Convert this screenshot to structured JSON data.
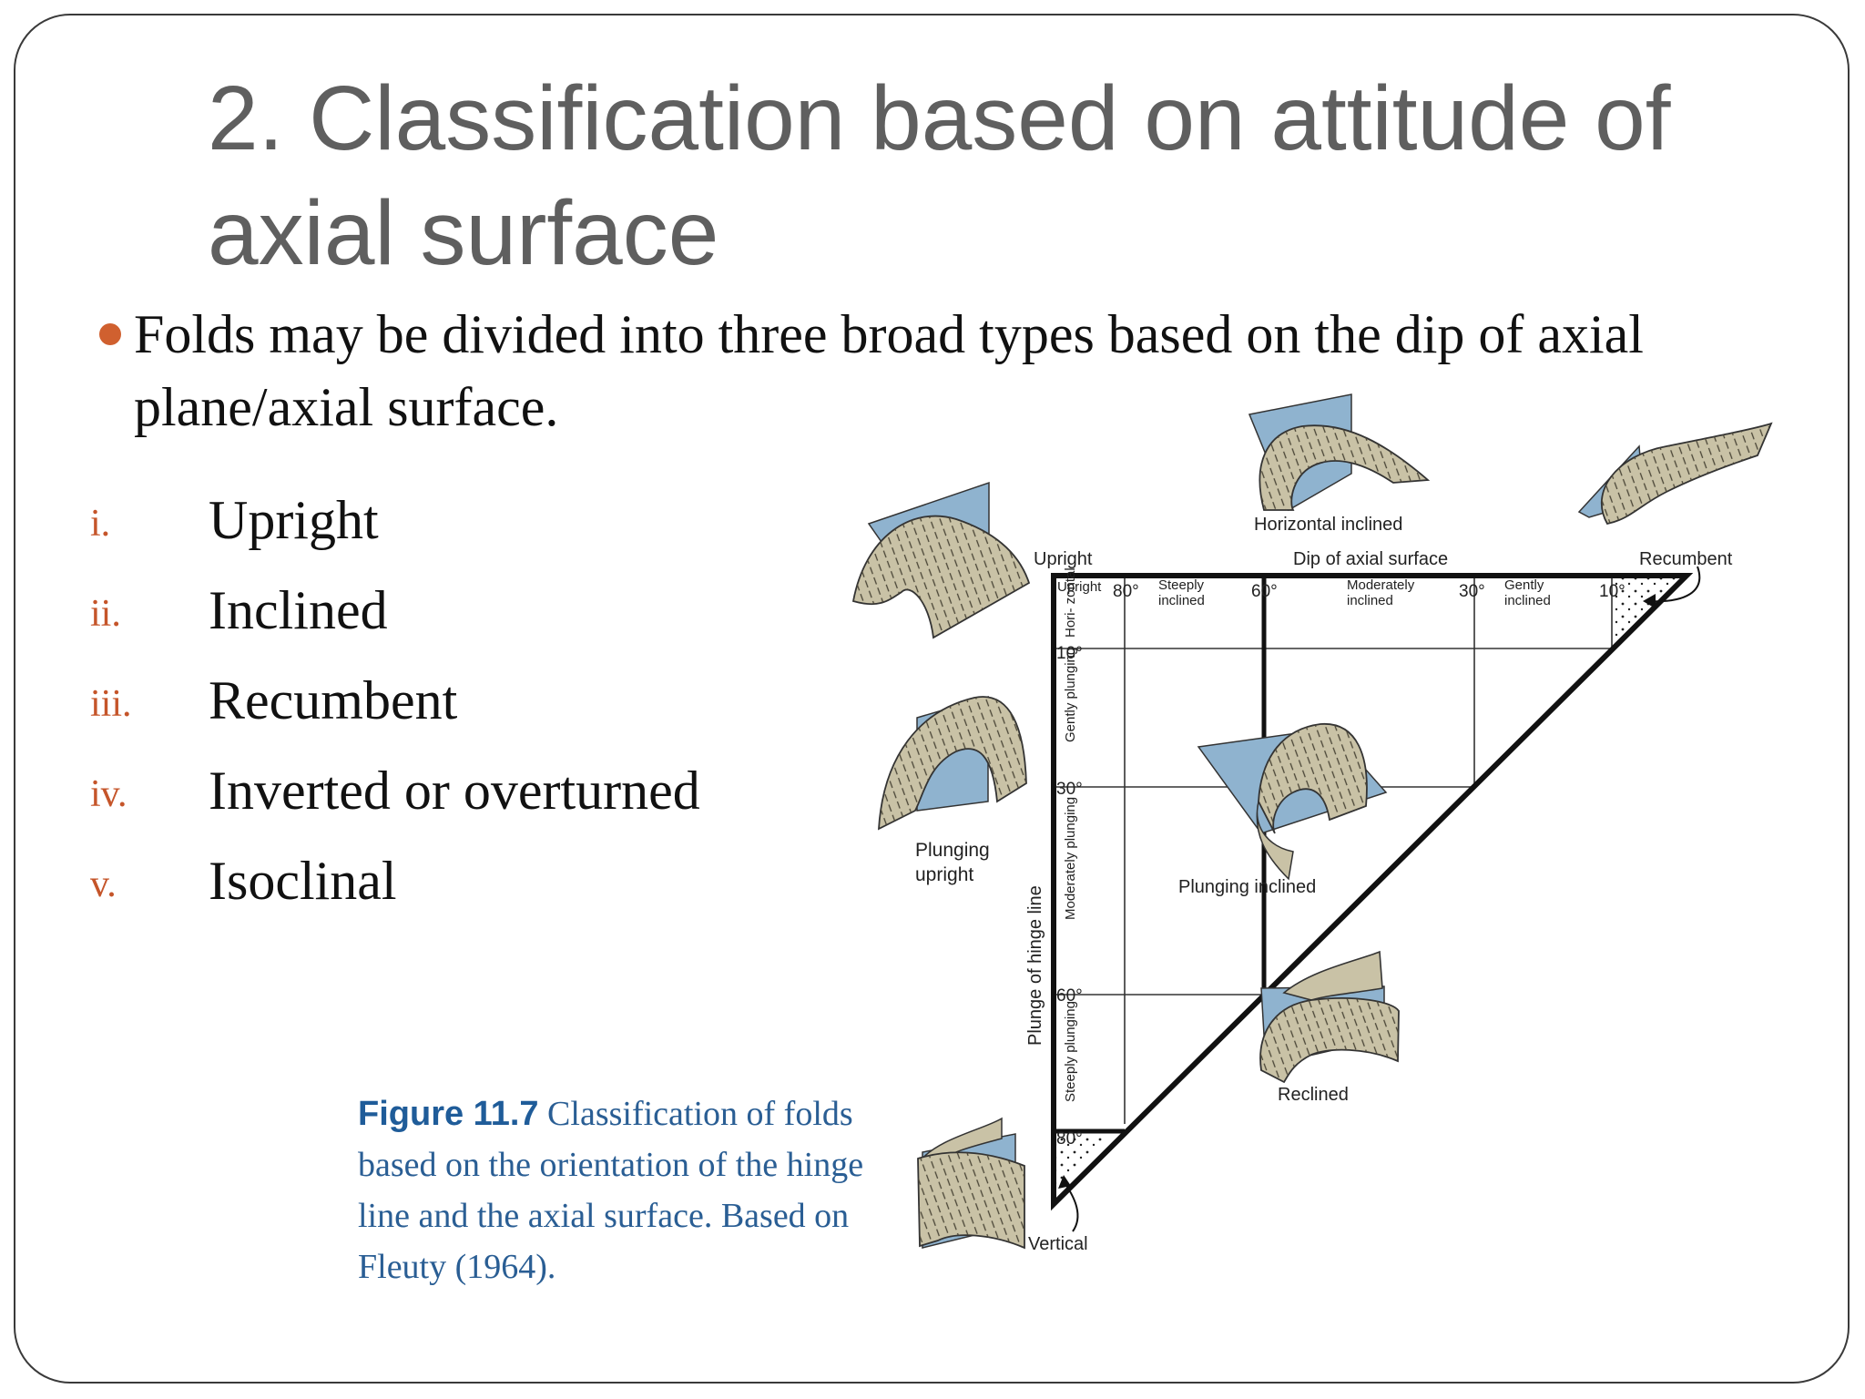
{
  "slide": {
    "title_line1": "2. Classification based on attitude of",
    "title_line2": "axial surface",
    "bullet": "Folds may be divided into three broad types based on the dip of axial plane/axial surface.",
    "list": [
      {
        "num": "i.",
        "text": "Upright"
      },
      {
        "num": "ii.",
        "text": "Inclined"
      },
      {
        "num": "iii.",
        "text": "Recumbent"
      },
      {
        "num": "iv.",
        "text": "Inverted or overturned"
      },
      {
        "num": "v.",
        "text": "Isoclinal"
      }
    ],
    "caption": {
      "label": "Figure 11.7",
      "text": "Classification of folds based on the orientation of the hinge line and the axial surface. Based on Fleuty (1964)."
    }
  },
  "diagram": {
    "top_left_label": "Upright",
    "top_right_label": "Recumbent",
    "horizontal_inclined": "Horizontal inclined",
    "dip_axis_title": "Dip of axial surface",
    "plunge_axis_title": "Plunge of hinge line",
    "dip_ticks": [
      "80°",
      "60°",
      "30°",
      "10°"
    ],
    "dip_zones": {
      "upright": "Upright",
      "steeply": "Steeply inclined",
      "moderately": "Moderately inclined",
      "gently": "Gently inclined"
    },
    "plunge_ticks": [
      "10°",
      "30°",
      "60°",
      "80°"
    ],
    "plunge_zones": {
      "horizontal": "Hori- zontal",
      "gently": "Gently plunging",
      "moderately": "Moderately plunging",
      "steeply": "Steeply plunging"
    },
    "fold_labels": {
      "plunging_upright": "Plunging upright",
      "plunging_inclined": "Plunging inclined",
      "reclined": "Reclined",
      "vertical": "Vertical"
    },
    "colors": {
      "plane_blue": "#8fb3cf",
      "plane_dark": "#5f7fa8",
      "layer_tan": "#c9c2a6",
      "layer_dark": "#8e8a74"
    }
  }
}
